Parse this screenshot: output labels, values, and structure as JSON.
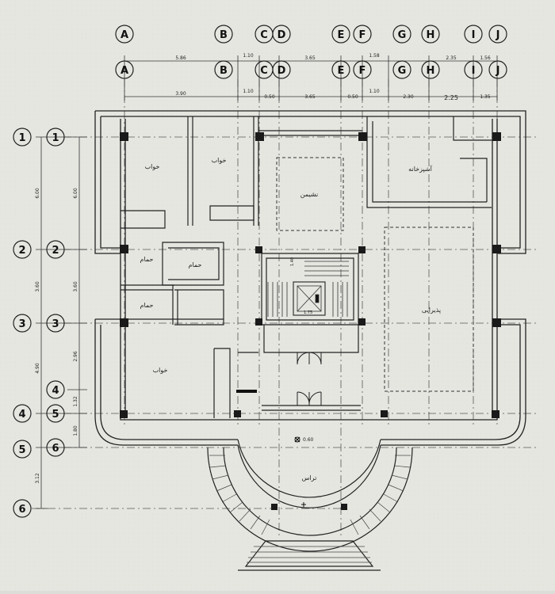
{
  "plan": {
    "grid_cols_top": [
      "A",
      "B",
      "C",
      "D",
      "E",
      "F",
      "G",
      "H",
      "I",
      "J"
    ],
    "grid_cols_bottom": [
      "A",
      "B",
      "C",
      "D",
      "E",
      "F",
      "G",
      "H",
      "I",
      "J"
    ],
    "grid_rows_left": [
      "1",
      "2",
      "3",
      "4",
      "5",
      "6"
    ],
    "grid_rows_inner": [
      "1",
      "2",
      "3",
      "4",
      "5",
      "6"
    ],
    "dims_top_row1": [
      "5.86",
      "1.10",
      "3.65",
      "1.58",
      "2.35",
      "1.56"
    ],
    "dims_top_row2": [
      "3.90",
      "1.10",
      "0.50",
      "3.65",
      "0.50",
      "1.10",
      "2.30",
      "2.25",
      "1.35"
    ],
    "dims_left_outer": [
      "6.00",
      "3.60",
      "4.90",
      "3.12"
    ],
    "dims_left_inner": [
      "6.00",
      "3.60",
      "2.96",
      "1.32",
      "1.80"
    ],
    "rooms": {
      "bedroom_1": "خواب",
      "bedroom_2": "خواب",
      "bedroom_3": "خواب",
      "kitchen": "آشپزخانه",
      "living": "نشیمن",
      "reception": "پذیرایی",
      "bath_1": "حمام",
      "bath_2": "حمام",
      "bath_3": "حمام",
      "terrace": "تراس"
    },
    "stair_labels": [
      "1.40",
      "1.75"
    ],
    "elevation_mark": "0.60",
    "colors": {
      "paper": "#e9e9e4",
      "line": "#2a2a2a",
      "column": "#1a1a1a"
    }
  }
}
